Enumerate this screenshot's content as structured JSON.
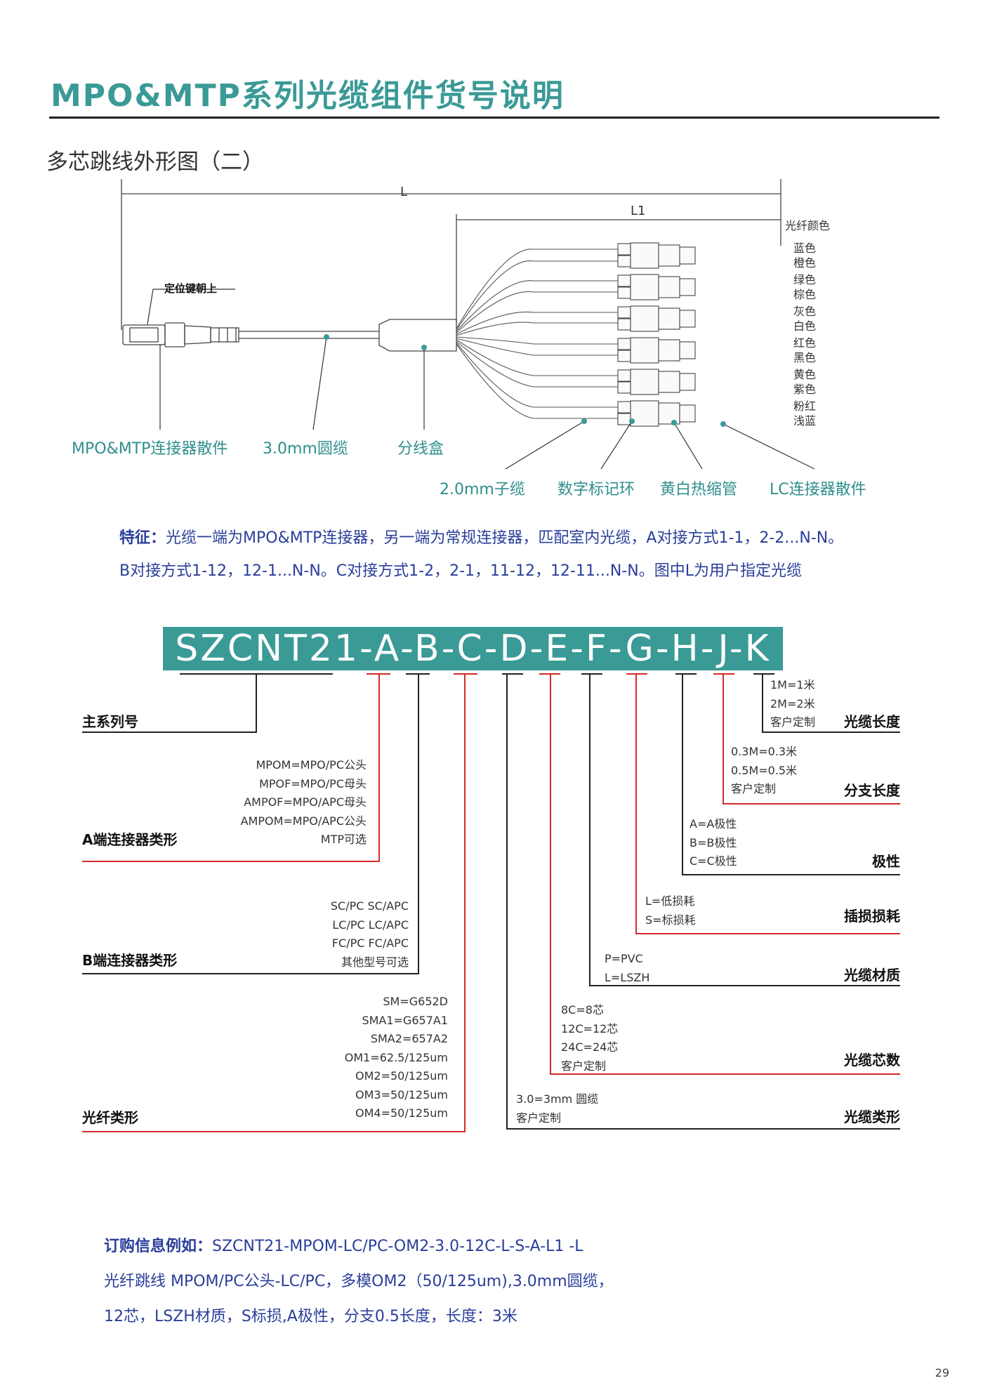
{
  "page": {
    "title": "MPO&MTP系列光缆组件货号说明",
    "subtitle": "多芯跳线外形图（二）",
    "page_number": "29",
    "accent_color": "#3a9a96",
    "red_color": "#d42a2a",
    "blue_text_color": "#2a3e9a"
  },
  "diagram": {
    "dim_L": "L",
    "dim_L1": "L1",
    "key_label": "定位键朝上",
    "fiber_color_header": "光纤颜色",
    "fiber_colors": [
      [
        "蓝色",
        "橙色"
      ],
      [
        "绿色",
        "棕色"
      ],
      [
        "灰色",
        "白色"
      ],
      [
        "红色",
        "黑色"
      ],
      [
        "黄色",
        "紫色"
      ],
      [
        "粉红",
        "浅蓝"
      ]
    ],
    "callouts_row1": [
      "MPO&MTP连接器散件",
      "3.0mm圆缆",
      "分线盒"
    ],
    "callouts_row2": [
      "2.0mm子缆",
      "数字标记环",
      "黄白热缩管",
      "LC连接器散件"
    ]
  },
  "features": {
    "label": "特征：",
    "line1": "光缆一端为MPO&MTP连接器，另一端为常规连接器，匹配室内光缆，A对接方式1-1，2-2...N-N。",
    "line2": "B对接方式1-12，12-1...N-N。C对接方式1-2，2-1，11-12，12-11...N-N。图中L为用户指定光缆"
  },
  "code": "SZCNT21-A-B-C-D-E-F-G-H-J-K",
  "left_fields": [
    {
      "label": "主系列号",
      "options": []
    },
    {
      "label": "A端连接器类形",
      "options": [
        "MPOM=MPO/PC公头",
        "MPOF=MPO/PC母头",
        "AMPOF=MPO/APC母头",
        "AMPOM=MPO/APC公头",
        "MTP可选"
      ]
    },
    {
      "label": "B端连接器类形",
      "options": [
        "SC/PC SC/APC",
        "LC/PC LC/APC",
        "FC/PC FC/APC",
        "其他型号可选"
      ]
    },
    {
      "label": "光纤类形",
      "options": [
        "SM=G652D",
        "SMA1=G657A1",
        "SMA2=657A2",
        "OM1=62.5/125um",
        "OM2=50/125um",
        "OM3=50/125um",
        "OM4=50/125um"
      ]
    }
  ],
  "right_fields": [
    {
      "label": "光缆长度",
      "options": [
        "1M=1米",
        "2M=2米",
        "客户定制"
      ]
    },
    {
      "label": "分支长度",
      "options": [
        "0.3M=0.3米",
        "0.5M=0.5米",
        "客户定制"
      ]
    },
    {
      "label": "极性",
      "options": [
        "A=A极性",
        "B=B极性",
        "C=C极性"
      ]
    },
    {
      "label": "插损损耗",
      "options": [
        "L=低损耗",
        "S=标损耗"
      ]
    },
    {
      "label": "光缆材质",
      "options": [
        "P=PVC",
        "L=LSZH"
      ]
    },
    {
      "label": "光缆芯数",
      "options": [
        "8C=8芯",
        "12C=12芯",
        "24C=24芯",
        "客户定制"
      ]
    },
    {
      "label": "光缆类形",
      "options": [
        "3.0=3mm 圆缆",
        "客户定制"
      ]
    }
  ],
  "order": {
    "label": "订购信息例如：",
    "code": "SZCNT21-MPOM-LC/PC-OM2-3.0-12C-L-S-A-L1 -L",
    "line2": "光纤跳线 MPOM/PC公头-LC/PC，多模OM2（50/125um),3.0mm圆缆，",
    "line3": "12芯，LSZH材质，S标损,A极性，分支0.5长度，长度：3米"
  }
}
